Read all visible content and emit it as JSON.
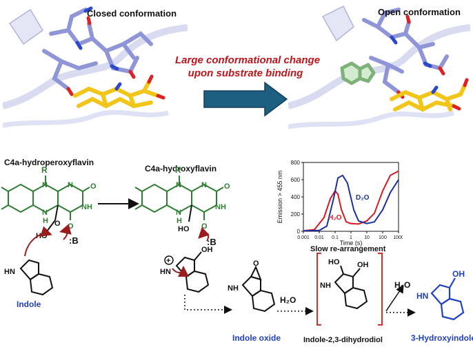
{
  "top": {
    "closed_title": "Closed conformation",
    "open_title": "Open conformation",
    "claim_line1": "Large conformational change",
    "claim_line2": "upon substrate binding",
    "arrow_color": "#1d5f80"
  },
  "scheme": {
    "c4a_hydroperoxy": "C4a-hydroperoxyflavin",
    "c4a_hydroxy": "C4a-hydroxyflavin",
    "indole": "Indole",
    "indole_oxide": "Indole oxide",
    "indole_diol": "Indole-2,3-dihydrodiol",
    "hydroxyindole": "3-Hydroxyindole",
    "slow_rearrangement": "Slow re-arrangement",
    "water_1": "H₂O",
    "water_2": "H₂O",
    "base_1": ":B",
    "base_2": ":B",
    "R_1": "R",
    "R_2": "R",
    "ho_1": "HO",
    "ho_2": "HO",
    "oh_2": "OH",
    "atom_N": "N",
    "atom_NH": "NH",
    "atom_O": "O",
    "atom_H": "H",
    "atom_HN": "HN",
    "plus": "+",
    "oh_diol": "OH",
    "ho_diol": "HO",
    "oh_hydroxyindole": "OH",
    "colors": {
      "flavin": "#2e7d32",
      "arrow": "#9b1c1c",
      "bracket": "#d32f2f",
      "product": "#1f3fc4"
    }
  },
  "chart_data": {
    "type": "line",
    "ylabel": "Emission > 455 nm",
    "xlabel": "Time (s)",
    "xscale": "log",
    "xlim": [
      0.001,
      1000
    ],
    "ylim": [
      0,
      800
    ],
    "yticks": [
      "0",
      "200",
      "400",
      "600",
      "800"
    ],
    "xticks": [
      "0.001",
      "0.01",
      "0.1",
      "1",
      "10",
      "100",
      "1000"
    ],
    "series": [
      {
        "name": "H₂O",
        "color": "#d71920",
        "x": [
          0.001,
          0.005,
          0.02,
          0.05,
          0.1,
          0.15,
          0.25,
          0.5,
          1,
          3,
          10,
          30,
          100,
          300,
          1000
        ],
        "y": [
          5,
          20,
          160,
          380,
          470,
          430,
          250,
          110,
          90,
          85,
          120,
          210,
          470,
          650,
          700
        ]
      },
      {
        "name": "D₂O",
        "color": "#1c2f9e",
        "x": [
          0.001,
          0.01,
          0.03,
          0.08,
          0.15,
          0.3,
          0.6,
          1.5,
          3,
          10,
          30,
          100,
          300,
          1000
        ],
        "y": [
          5,
          10,
          60,
          380,
          620,
          650,
          560,
          250,
          120,
          90,
          110,
          250,
          450,
          600
        ]
      }
    ]
  }
}
